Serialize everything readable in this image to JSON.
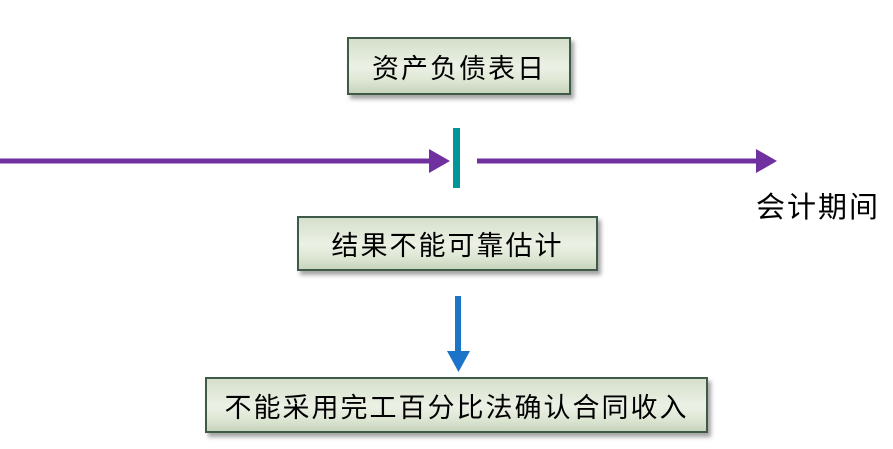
{
  "diagram": {
    "boxes": {
      "balance_sheet_date": "资产负债表日",
      "result_not_reliable": "结果不能可靠估计",
      "conclusion": "不能采用完工百分比法确认合同收入"
    },
    "timeline": {
      "axis_label": "会计期间"
    },
    "colors": {
      "timeline_purple": "#7030A0",
      "divider_teal": "#009697",
      "down_arrow_blue": "#1C74C8",
      "box_border_green": "#3f5a46",
      "box_fill_light": "#e9efe2",
      "text_black": "#000000"
    }
  }
}
